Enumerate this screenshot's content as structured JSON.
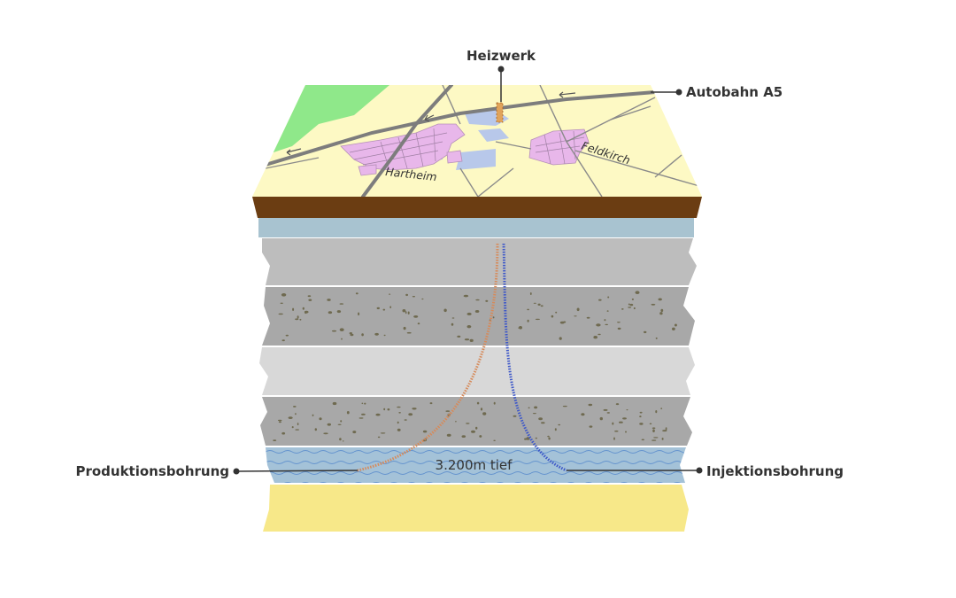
{
  "labels": {
    "heizwerk": "Heizwerk",
    "autobahn": "Autobahn A5",
    "produktion": "Produktionsbohrung",
    "injektion": "Injektionsbohrung",
    "depth": "3.200m tief"
  },
  "map_labels": {
    "hartheim": "Hartheim",
    "feldkirch": "Feldkirch"
  },
  "colors": {
    "map_base": "#fdf9c4",
    "forest": "#8fe88a",
    "settlement": "#e8b7ea",
    "water_patch": "#b8c8ea",
    "road": "#7d7d7d",
    "soil": "#6b3d12",
    "aquifer_top": "#a8c3d0",
    "rock_dark": "#bdbdbd",
    "rock_gravel": "#a8a8a8",
    "rock_light": "#d8d8d8",
    "reservoir": "#a4c2d8",
    "sandstone": "#f7e889",
    "production_well": "#d68a5a",
    "injection_well": "#3d57c8",
    "gravel_dots": "#6f6a50"
  }
}
